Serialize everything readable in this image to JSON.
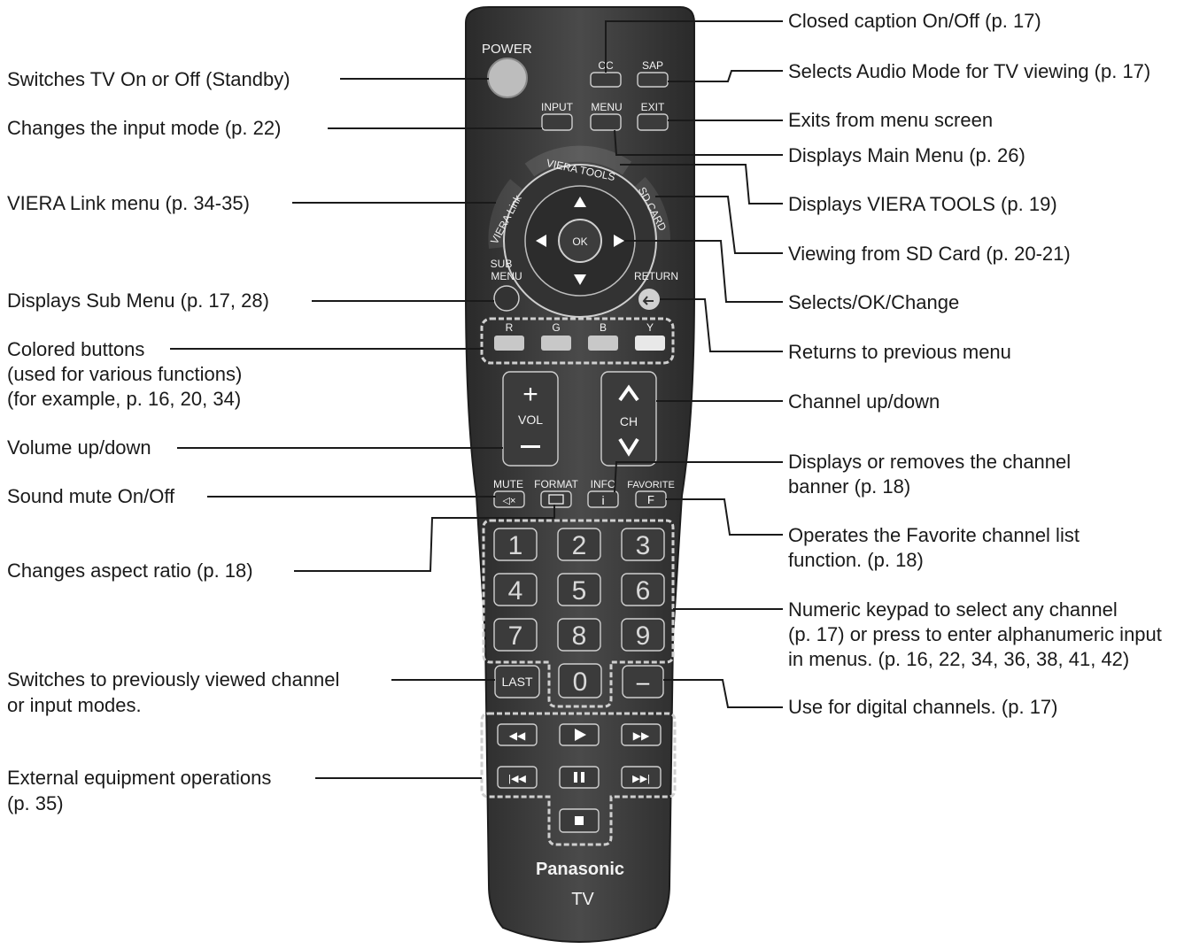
{
  "callouts": {
    "power": "Switches TV On or Off (Standby)",
    "input": "Changes the input mode (p. 22)",
    "viera_link": "VIERA Link menu (p. 34-35)",
    "sub_menu": "Displays Sub Menu (p. 17, 28)",
    "colored_1": "Colored buttons",
    "colored_2": "(used for various functions)",
    "colored_3": "(for example, p. 16, 20, 34)",
    "volume": "Volume up/down",
    "mute": "Sound mute On/Off",
    "aspect": "Changes aspect ratio (p. 18)",
    "last_1": "Switches to previously viewed channel",
    "last_2": "or input modes.",
    "external_1": "External equipment operations",
    "external_2": "(p. 35)",
    "cc": "Closed caption On/Off (p. 17)",
    "sap": "Selects Audio Mode for TV viewing (p. 17)",
    "exit": "Exits from menu screen",
    "menu": "Displays Main Menu (p. 26)",
    "viera_tools": "Displays VIERA TOOLS (p. 19)",
    "sd_card": "Viewing from SD Card (p. 20-21)",
    "ok": "Selects/OK/Change",
    "return": "Returns to previous menu",
    "channel": "Channel up/down",
    "info_1": "Displays or removes the channel",
    "info_2": "banner (p. 18)",
    "favorite_1": "Operates the Favorite channel list",
    "favorite_2": "function. (p. 18)",
    "numeric_1": "Numeric keypad to select any channel",
    "numeric_2": "(p. 17) or press to enter alphanumeric input",
    "numeric_3": "in menus. (p. 16, 22, 34, 36, 38, 41, 42)",
    "dash": "Use for digital channels. (p. 17)"
  },
  "remote": {
    "power": "POWER",
    "cc": "CC",
    "sap": "SAP",
    "input": "INPUT",
    "menu": "MENU",
    "exit": "EXIT",
    "viera_tools": "VIERA TOOLS",
    "viera_link": "VIERA Link",
    "sd_card": "SD CARD",
    "ok": "OK",
    "sub": "SUB",
    "sub_menu": "MENU",
    "return": "RETURN",
    "r": "R",
    "g": "G",
    "b": "B",
    "y": "Y",
    "vol": "VOL",
    "ch": "CH",
    "mute": "MUTE",
    "format": "FORMAT",
    "info": "INFO",
    "favorite": "FAVORITE",
    "info_glyph": "i",
    "favorite_glyph": "F",
    "keys": [
      "1",
      "2",
      "3",
      "4",
      "5",
      "6",
      "7",
      "8",
      "9"
    ],
    "zero": "0",
    "last": "LAST",
    "dash": "–",
    "brand": "Panasonic",
    "model": "TV"
  }
}
